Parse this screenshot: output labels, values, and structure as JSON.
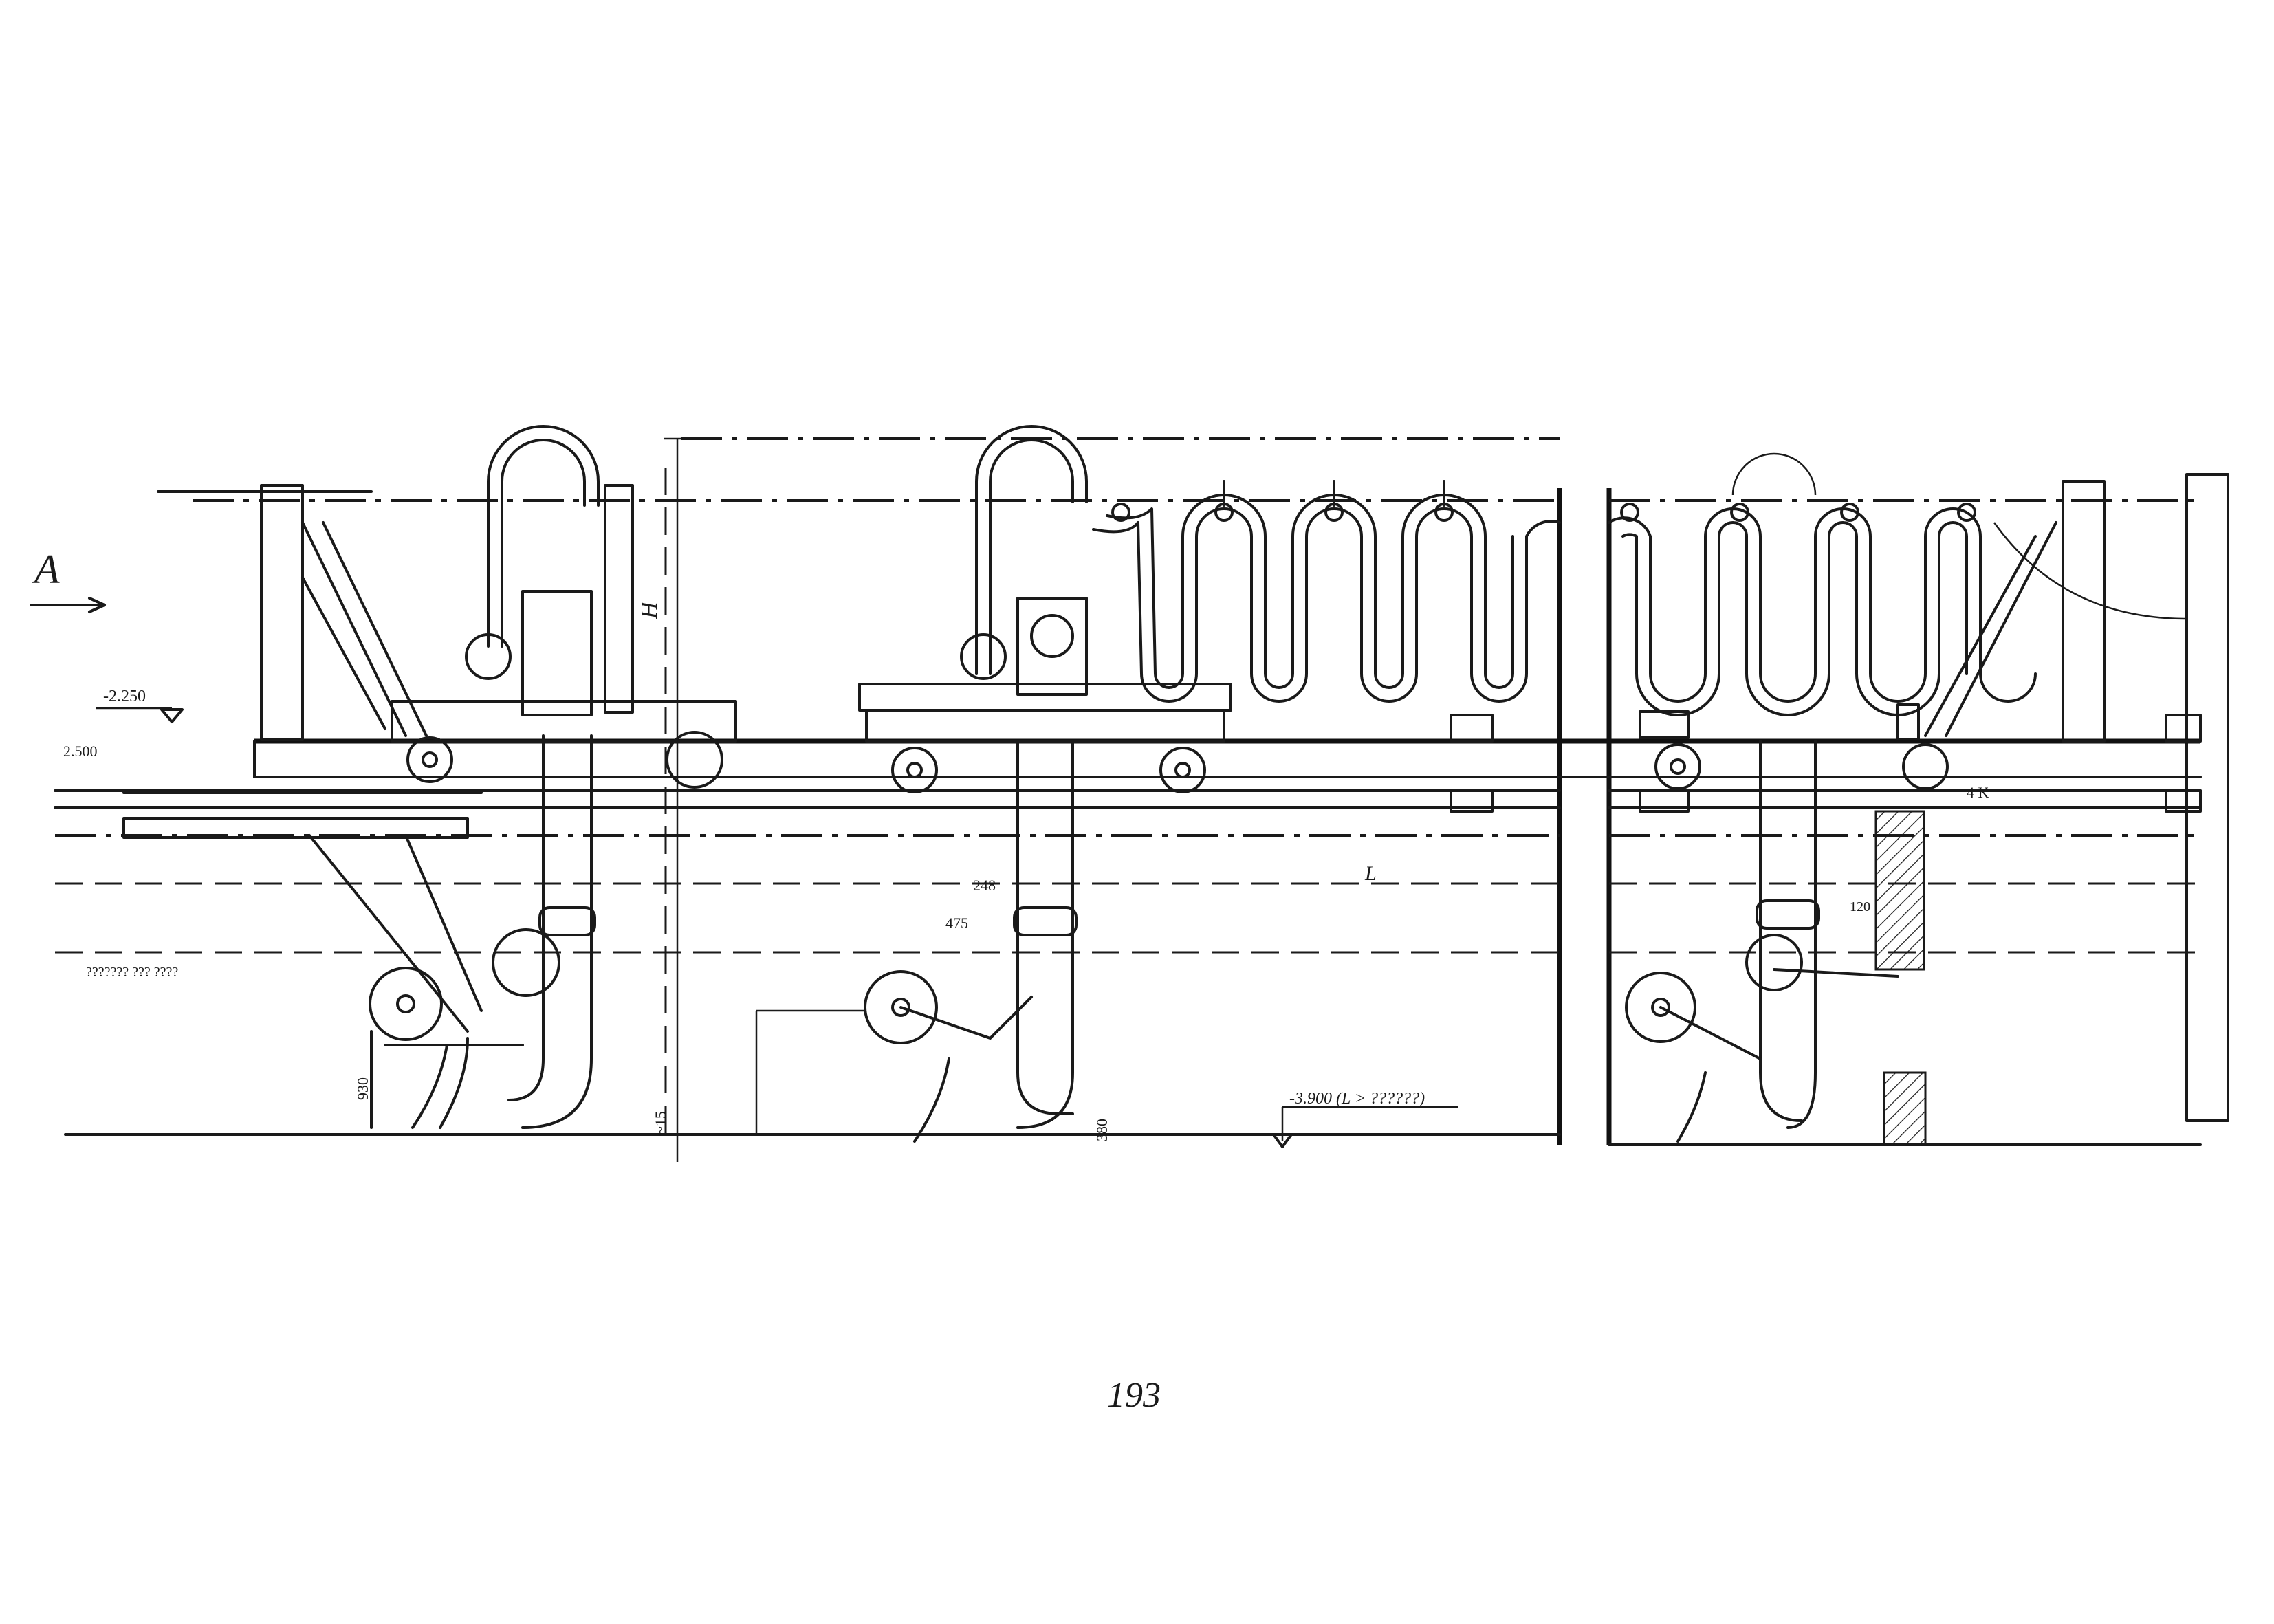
{
  "drawing": {
    "view_label": "A",
    "dimensions": {
      "height": "H",
      "length": "L",
      "level_upper": "-2.250",
      "level_rail": "2.500",
      "level_bottom": "-3.900 (L > ??????)",
      "dim_c1": "~15",
      "dim_c2": "380",
      "dim_c3": "475",
      "dim_c4": "248",
      "dim_c5": "930",
      "dim_r1": "4 K",
      "dim_r2": "120"
    },
    "small_label_left": "??????? ??? ????",
    "page_number": "193"
  },
  "colors": {
    "ink": "#1a1a1a",
    "paper": "#ffffff"
  }
}
